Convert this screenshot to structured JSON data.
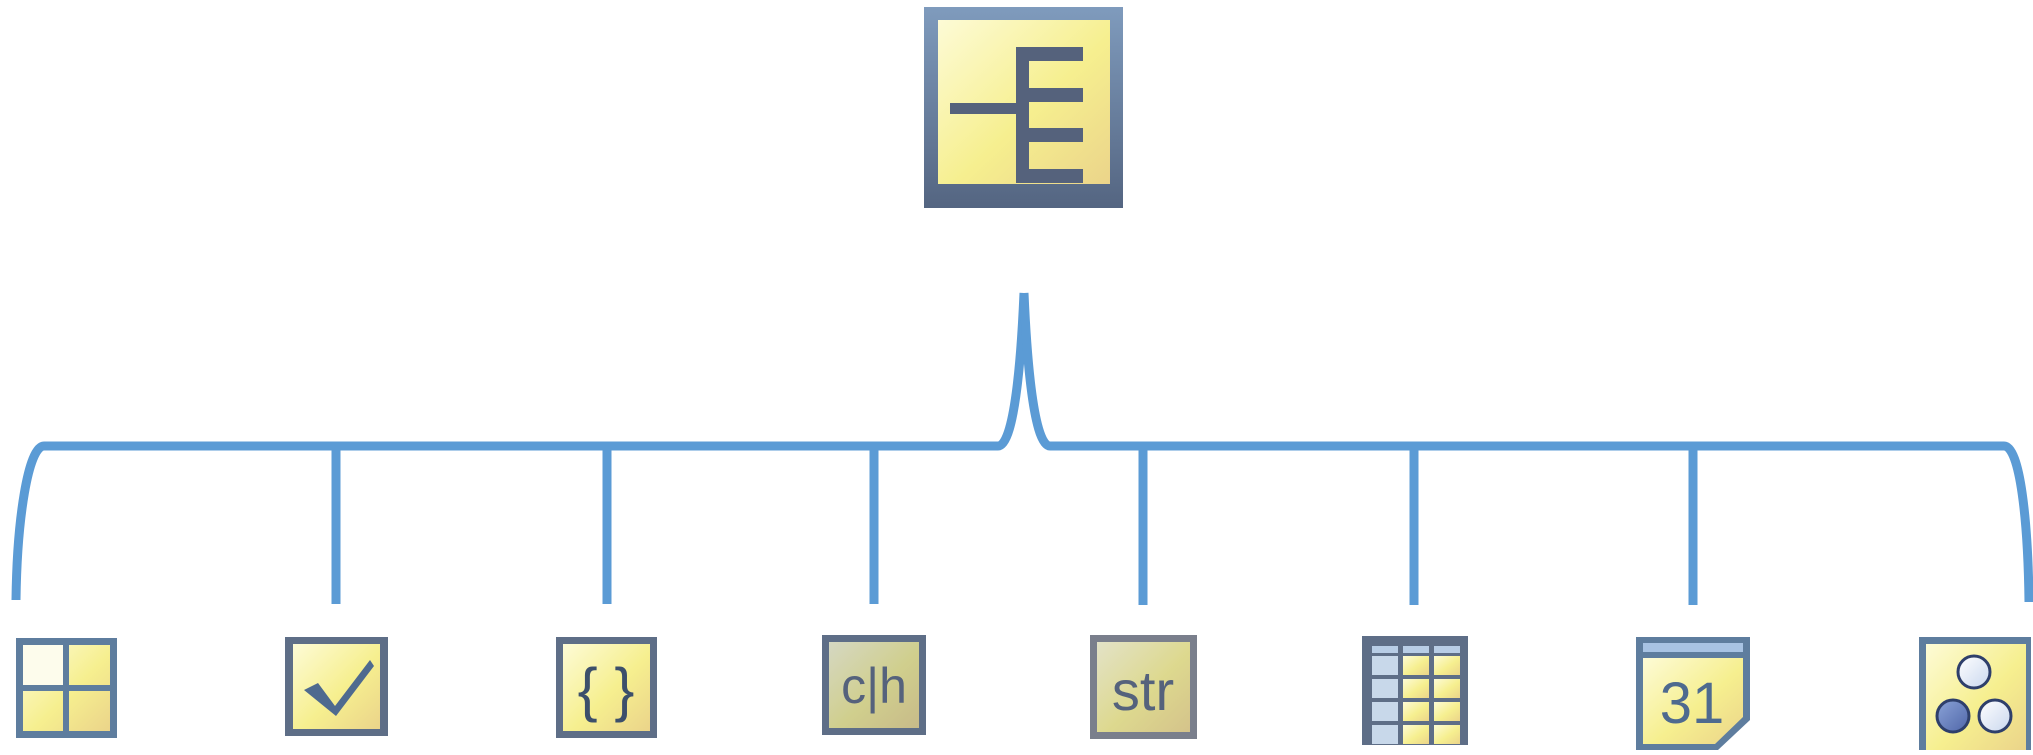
{
  "root": {
    "icon": "enumeration-icon"
  },
  "children": [
    {
      "icon": "quadrant-grid-icon"
    },
    {
      "icon": "checkmark-icon"
    },
    {
      "icon": "curly-braces-icon",
      "label": "{ }"
    },
    {
      "icon": "char-text-icon",
      "label": "c|h"
    },
    {
      "icon": "string-icon",
      "label": "str"
    },
    {
      "icon": "table-grid-icon"
    },
    {
      "icon": "calendar-icon",
      "label": "31"
    },
    {
      "icon": "three-circles-icon"
    }
  ],
  "colors": {
    "connector": "#5b9bd5",
    "frame": "#5e6e87",
    "glyph": "#55627c",
    "fill_light": "#fdfbd6",
    "fill_mid": "#f6ef8f",
    "fill_dark": "#ebd48a"
  }
}
